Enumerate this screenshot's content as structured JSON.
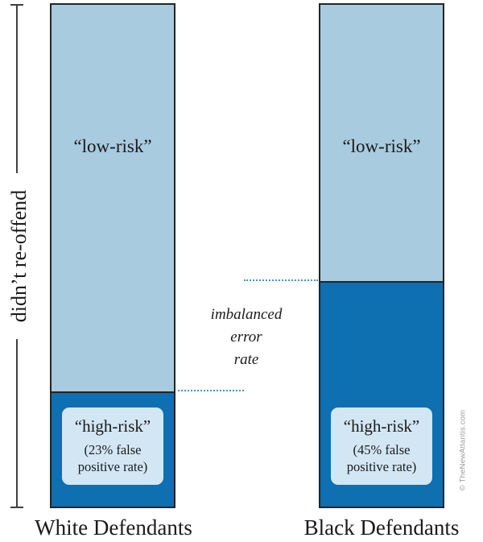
{
  "axis": {
    "label": "didn’t re-offend"
  },
  "chart_data": {
    "type": "bar",
    "stacked": true,
    "categories": [
      "White Defendants",
      "Black Defendants"
    ],
    "series": [
      {
        "name": "“high-risk”",
        "values": [
          23,
          45
        ],
        "color": "#0e6fb1"
      },
      {
        "name": "“low-risk”",
        "values": [
          77,
          55
        ],
        "color": "#a8cbdf"
      }
    ],
    "ylabel": "didn’t re-offend",
    "ylim": [
      0,
      100
    ],
    "grid": false,
    "legend": "labels drawn inside bar segments",
    "annotations": [
      "imbalanced error rate",
      "White Defendants: 23% false positive rate",
      "Black Defendants: 45% false positive rate"
    ]
  },
  "bars": [
    {
      "category": "White Defendants",
      "low_label": "“low-risk”",
      "high_label": "“high-risk”",
      "fpr_line1": "(23% false",
      "fpr_line2": "positive rate)"
    },
    {
      "category": "Black Defendants",
      "low_label": "“low-risk”",
      "high_label": "“high-risk”",
      "fpr_line1": "(45% false",
      "fpr_line2": "positive rate)"
    }
  ],
  "annotation": {
    "line1": "imbalanced",
    "line2": "error",
    "line3": "rate"
  },
  "credit": {
    "text": "© TheNewAtlantis.com"
  },
  "colors": {
    "light": "#a8cbdf",
    "dark": "#0e6fb1",
    "box": "#d3e6f4",
    "dotted": "#4493cb",
    "stroke": "#242424",
    "axis": "#3f3f3f",
    "ink": "#1a1a1a",
    "credit": "#9a9a9a"
  }
}
